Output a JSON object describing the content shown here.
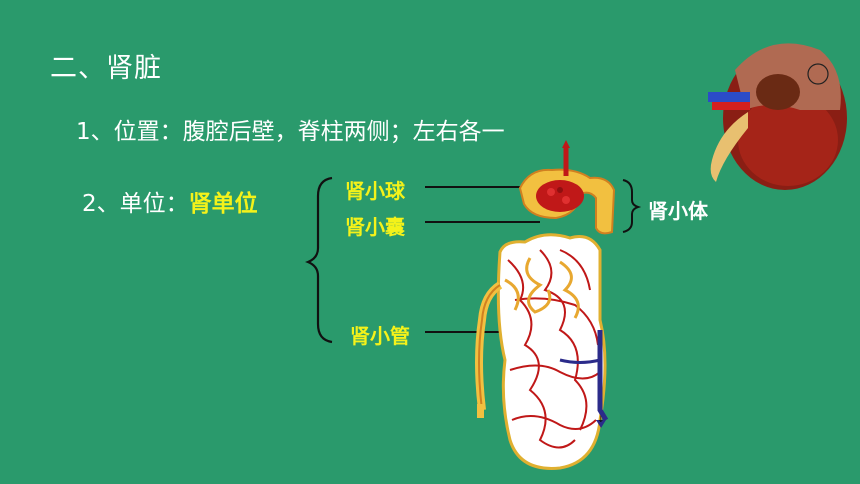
{
  "slide": {
    "heading": "二、肾脏",
    "location_line": "1、位置：腹腔后壁，脊柱两侧；左右各一",
    "unit_prefix": "2、单位：",
    "unit_value": "肾单位"
  },
  "diagram": {
    "glomerulus_label": "肾小球",
    "capsule_label": "肾小囊",
    "tubule_label": "肾小管",
    "renal_corpuscle_label": "肾小体"
  },
  "colors": {
    "background": "#2a9a6c",
    "highlight": "#f4f21a",
    "text": "#ffffff"
  }
}
